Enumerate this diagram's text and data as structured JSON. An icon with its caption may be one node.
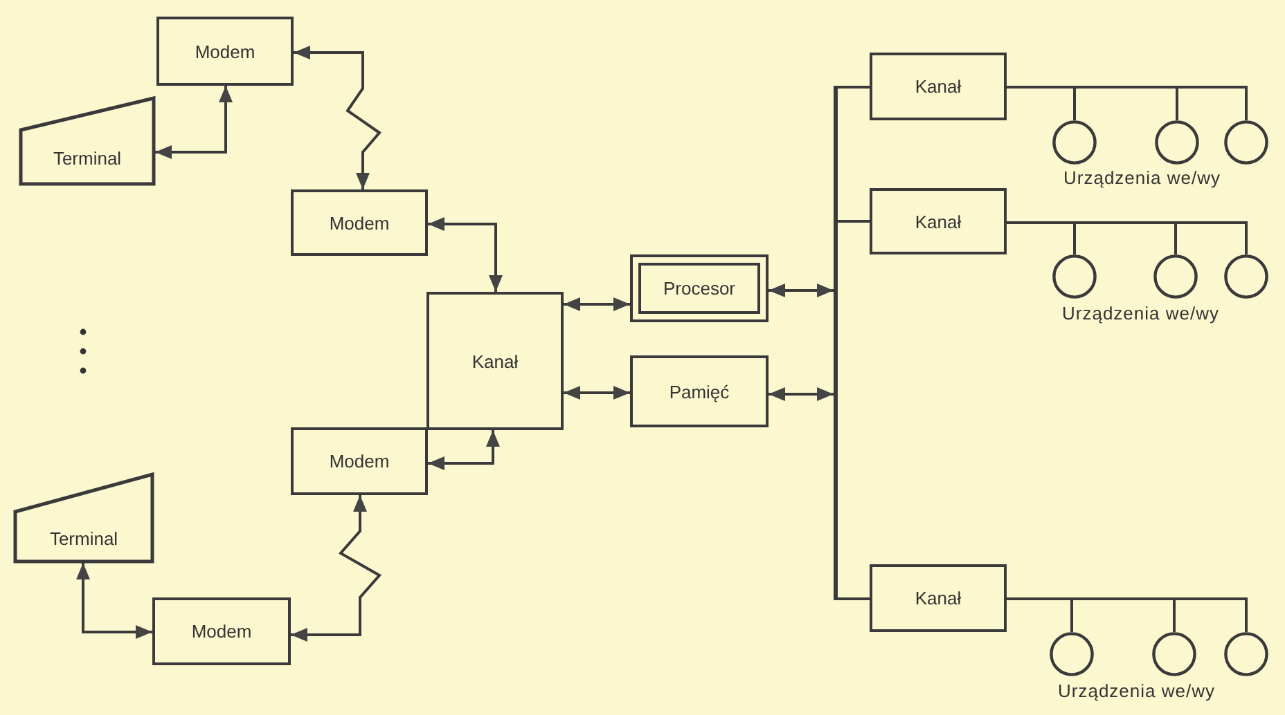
{
  "diagram": {
    "nodes": [
      {
        "text": [
          "Modem"
        ]
      },
      {
        "text": [
          "Terminal"
        ]
      },
      {
        "text": [
          "Modem"
        ]
      },
      {
        "text": [
          "Kanał"
        ]
      },
      {
        "text": [
          "Procesor"
        ]
      },
      {
        "text": [
          "Pamięć"
        ]
      },
      {
        "text": [
          "Modem"
        ]
      },
      {
        "text": [
          "Terminal"
        ]
      },
      {
        "text": [
          "Modem"
        ]
      },
      {
        "text": [],
        "shape": "bar"
      },
      {
        "text": [
          "Kanał"
        ]
      },
      {
        "text": [],
        "shape": "circle"
      },
      {
        "text": [],
        "shape": "circle"
      },
      {
        "text": [],
        "shape": "circle"
      },
      {
        "text": [
          "Kanał"
        ]
      },
      {
        "text": [],
        "shape": "circle"
      },
      {
        "text": [],
        "shape": "circle"
      },
      {
        "text": [],
        "shape": "circle"
      },
      {
        "text": [
          "Kanał"
        ]
      },
      {
        "text": [],
        "shape": "circle"
      },
      {
        "text": [],
        "shape": "circle"
      },
      {
        "text": [],
        "shape": "circle"
      }
    ],
    "edges": [
      {
        "from": 0,
        "to": 1,
        "arrow": "both"
      },
      {
        "from": 0,
        "to": 2,
        "arrow": "both"
      },
      {
        "from": 2,
        "to": 3,
        "arrow": "both"
      },
      {
        "from": 3,
        "to": 4,
        "arrow": "both"
      },
      {
        "from": 3,
        "to": 5,
        "arrow": "both"
      },
      {
        "from": 6,
        "to": 3,
        "arrow": "both"
      },
      {
        "from": 8,
        "to": 6,
        "arrow": "both"
      },
      {
        "from": 7,
        "to": 8,
        "arrow": "both"
      },
      {
        "from": 4,
        "to": 9,
        "arrow": "both"
      },
      {
        "from": 5,
        "to": 9,
        "arrow": "both"
      },
      {
        "from": 9,
        "to": 10,
        "arrow": "none"
      },
      {
        "from": 9,
        "to": 14,
        "arrow": "none"
      },
      {
        "from": 9,
        "to": 18,
        "arrow": "none"
      },
      {
        "from": 10,
        "to": 11,
        "arrow": "none"
      },
      {
        "from": 10,
        "to": 12,
        "arrow": "none"
      },
      {
        "from": 10,
        "to": 13,
        "arrow": "none"
      },
      {
        "from": 14,
        "to": 15,
        "arrow": "none"
      },
      {
        "from": 14,
        "to": 16,
        "arrow": "none"
      },
      {
        "from": 14,
        "to": 17,
        "arrow": "none"
      },
      {
        "from": 18,
        "to": 19,
        "arrow": "none"
      },
      {
        "from": 18,
        "to": 20,
        "arrow": "none"
      },
      {
        "from": 18,
        "to": 21,
        "arrow": "none"
      }
    ],
    "labels": [
      "Urządzenia we/wy",
      "Urządzenia we/wy",
      "Urządzenia we/wy"
    ]
  }
}
